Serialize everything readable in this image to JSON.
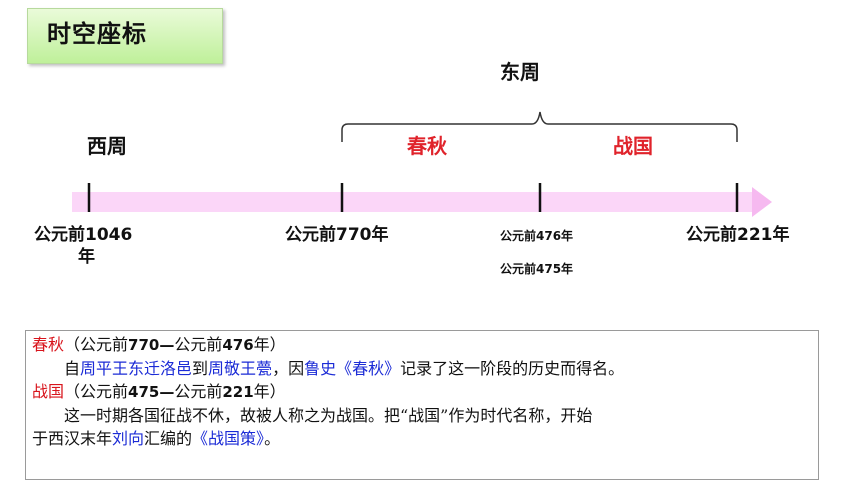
{
  "title": "时空座标",
  "timeline": {
    "east_zhou": "东周",
    "west_zhou": "西周",
    "chunqiu": "春秋",
    "zhanguo": "战国",
    "ticks": {
      "t1046_line1": "公元前1046",
      "t1046_line2": "年",
      "t770": "公元前770年",
      "t476": "公元前476年",
      "t475": "公元前475年",
      "t221": "公元前221年"
    }
  },
  "colors": {
    "bar": "#fbd6f8",
    "arrow": "#f6b9f0",
    "red": "#e0232b",
    "blue": "#1b2bd6"
  },
  "info": {
    "l1": {
      "term": "春秋",
      "p1": "（公元前",
      "n1": "770",
      "dash": "—",
      "p2": "公元前",
      "n2": "476",
      "p3": "年）"
    },
    "l2": {
      "a": "自",
      "b": "周平王东迁洛邑",
      "c": "到",
      "d": "周敬王甍",
      "e": "，因",
      "f": "鲁史《春秋》",
      "g": "记录了这一阶段的历史而得名。"
    },
    "l3": {
      "term": "战国",
      "p1": "（公元前",
      "n1": "475",
      "dash": "—",
      "p2": "公元前",
      "n2": "221",
      "p3": "年）"
    },
    "l4": {
      "text": "这一时期各国征战不休，故被人称之为战国。把“战国”作为时代名称，开始"
    },
    "l5": {
      "a": "于西汉末年",
      "b": "刘向",
      "c": "汇编的",
      "d": "《战国策》",
      "e": "。"
    }
  }
}
